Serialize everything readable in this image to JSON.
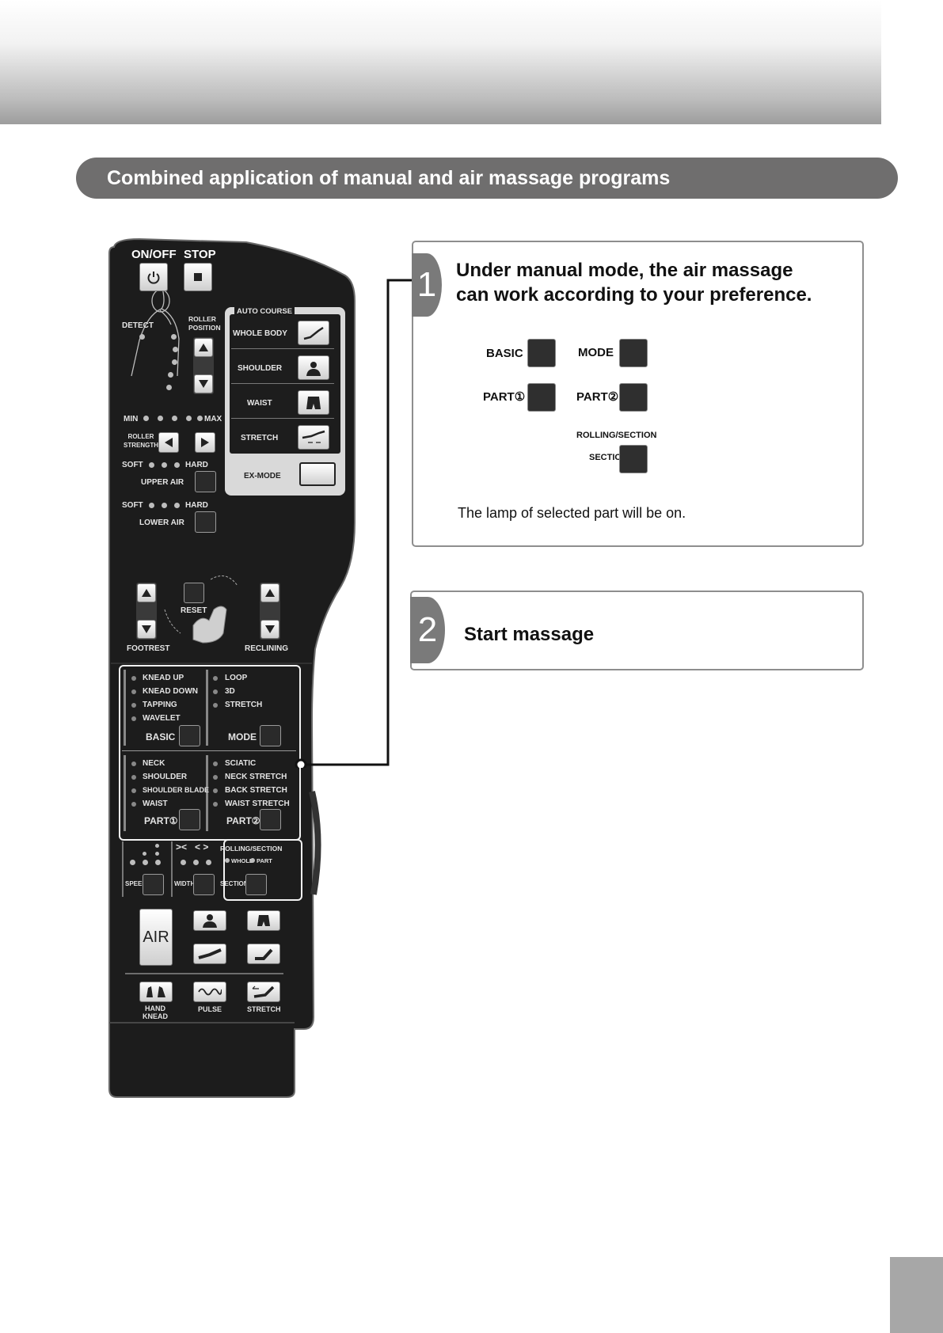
{
  "section_title": "Combined application of manual and air massage programs",
  "step1": {
    "number": "1",
    "title_line1": "Under manual mode, the air massage",
    "title_line2": "can work according to your preference.",
    "buttons": {
      "basic": "BASIC",
      "mode": "MODE",
      "part1": "PART①",
      "part2": "PART②",
      "rolling_section": "ROLLING/SECTION",
      "section": "SECTION"
    },
    "note": "The lamp of selected part will be on."
  },
  "step2": {
    "number": "2",
    "title": "Start massage"
  },
  "remote": {
    "on_off": "ON/OFF",
    "stop": "STOP",
    "detect": "DETECT",
    "roller_position": "ROLLER\nPOSITION",
    "auto_course": "AUTO COURSE",
    "whole_body": "WHOLE BODY",
    "shoulder": "SHOULDER",
    "waist": "WAIST",
    "stretch": "STRETCH",
    "ex_mode": "EX-MODE",
    "min": "MIN",
    "max": "MAX",
    "roller_strength": "ROLLER\nSTRENGTH",
    "soft": "SOFT",
    "hard": "HARD",
    "upper_air": "UPPER AIR",
    "lower_air": "LOWER AIR",
    "reset": "RESET",
    "footrest": "FOOTREST",
    "reclining": "RECLINING",
    "basic_items": [
      "KNEAD UP",
      "KNEAD DOWN",
      "TAPPING",
      "WAVELET"
    ],
    "basic": "BASIC",
    "mode_items": [
      "LOOP",
      "3D",
      "STRETCH"
    ],
    "mode": "MODE",
    "part1_items": [
      "NECK",
      "SHOULDER",
      "SHOULDER BLADE",
      "WAIST"
    ],
    "part1": "PART①",
    "part2_items": [
      "SCIATIC",
      "NECK STRETCH",
      "BACK STRETCH",
      "WAIST STRETCH"
    ],
    "part2": "PART②",
    "speed": "SPEED",
    "width_symbols": "><   < >",
    "width": "WIDTH",
    "rolling_section": "ROLLING/SECTION",
    "whole": "WHOLE",
    "part": "PART",
    "section": "SECTION",
    "air": "AIR",
    "hand_knead": "HAND\nKNEAD",
    "pulse": "PULSE",
    "stretch_bottom": "STRETCH"
  }
}
